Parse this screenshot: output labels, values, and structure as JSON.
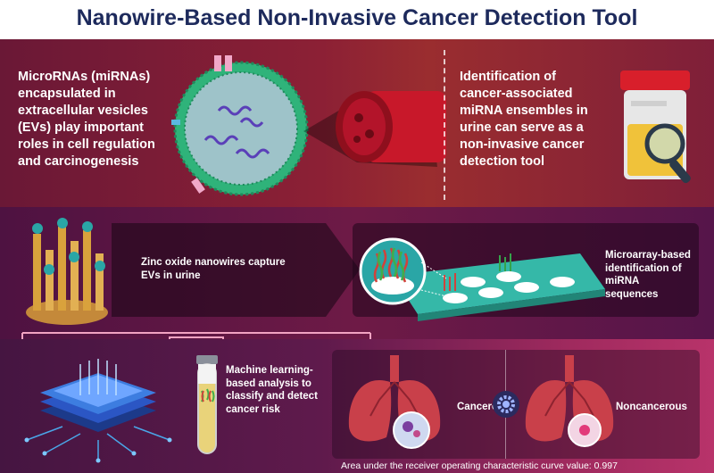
{
  "title": "Nanowire-Based Non-Invasive Cancer Detection Tool",
  "sections": {
    "mirna_ev": {
      "text": "MicroRNAs (miRNAs) encapsulated in extracellular vesicles (EVs) play important roles in cell regulation and carcinogenesis"
    },
    "urine": {
      "text": "Identification of cancer-associated miRNA ensembles in urine can serve as a non-invasive cancer detection tool"
    },
    "nanowires": {
      "text": "Zinc oxide nanowires capture EVs in urine"
    },
    "microarray": {
      "text": "Microarray-based identification of miRNA sequences"
    },
    "machine_learning": {
      "text": "Machine learning-based analysis to classify and detect cancer risk"
    },
    "classification": {
      "cancerous_label": "Cancerous",
      "noncancerous_label": "Noncancerous",
      "auc_text": "Area under the receiver operating characteristic curve value: 0.997"
    }
  },
  "colors": {
    "title": "#1d2a5c",
    "vesicle_membrane": "#2fb37a",
    "nanowire_tip": "#2aa6a6",
    "nanowire_rod": "#d9a23c",
    "chip_blue": "#3d7de0",
    "lung_red": "#c9404a",
    "arrow_pink": "#f2a3c2"
  }
}
